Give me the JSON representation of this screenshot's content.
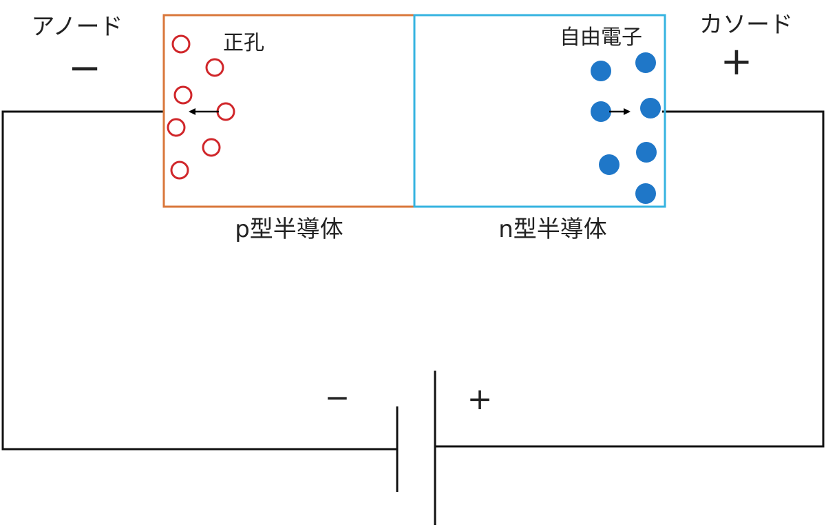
{
  "labels": {
    "anode": "アノード",
    "cathode": "カソード",
    "anode_sign": "−",
    "cathode_sign": "+",
    "holes": "正孔",
    "free_electrons": "自由電子",
    "p_type": "p型半導体",
    "n_type": "n型半導体",
    "battery_minus": "−",
    "battery_plus": "+"
  },
  "colors": {
    "p_region_border": "#D9773A",
    "n_region_border": "#35B3E0",
    "hole": "#D0262A",
    "electron": "#1F77C8",
    "wire": "#111111",
    "arrow": "#000000"
  }
}
